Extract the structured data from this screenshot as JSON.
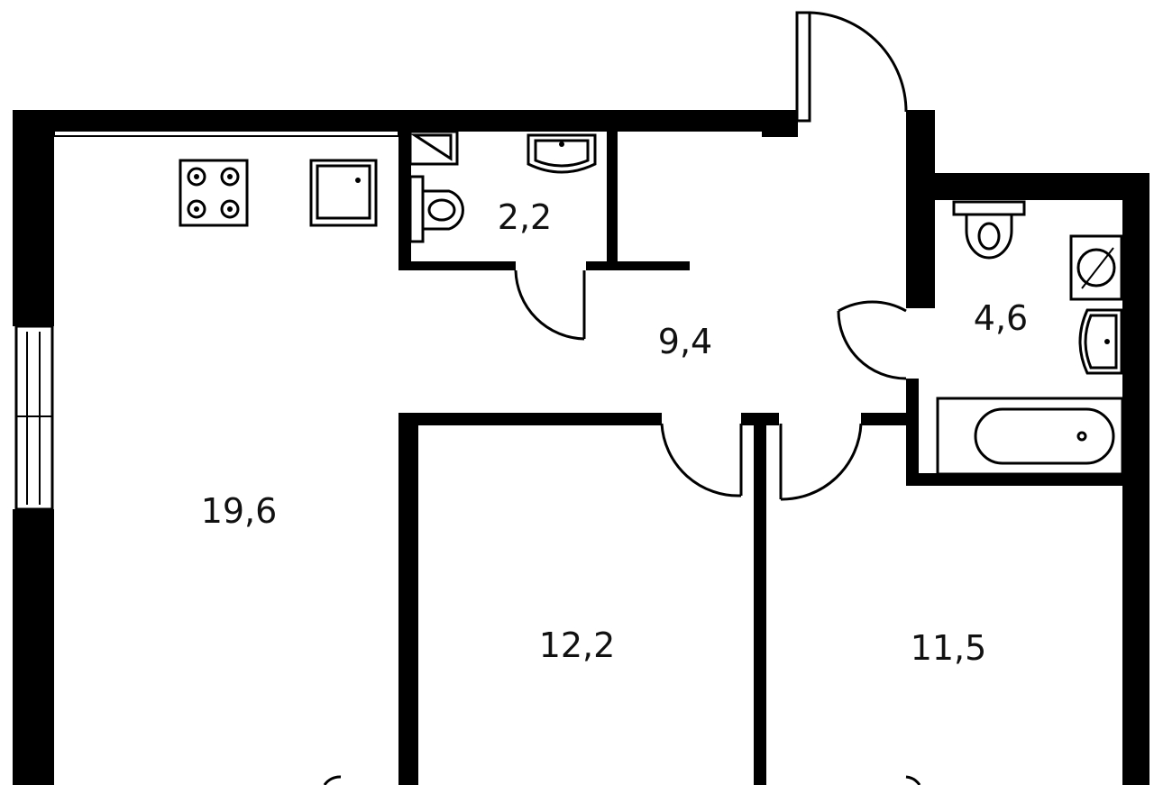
{
  "plan": {
    "rooms": [
      {
        "id": "kitchen-living",
        "area": "19,6"
      },
      {
        "id": "wc",
        "area": "2,2"
      },
      {
        "id": "hall",
        "area": "9,4"
      },
      {
        "id": "bathroom",
        "area": "4,6"
      },
      {
        "id": "bedroom-1",
        "area": "12,2"
      },
      {
        "id": "bedroom-2",
        "area": "11,5"
      }
    ],
    "colors": {
      "wall": "#000000",
      "background": "#ffffff"
    }
  }
}
